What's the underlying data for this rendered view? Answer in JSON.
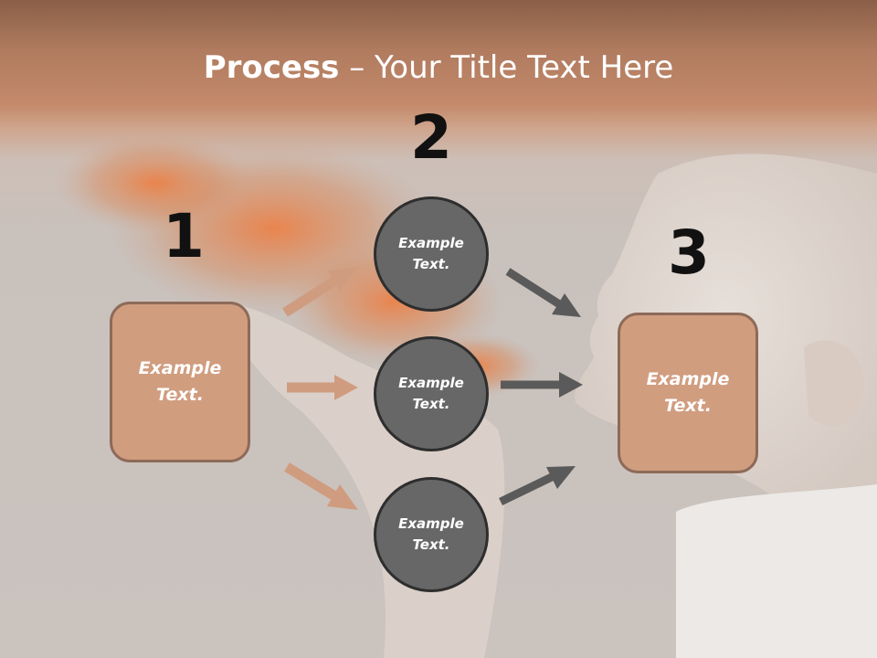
{
  "title": {
    "bold": "Process",
    "rest": " – Your Title Text Here"
  },
  "steps": [
    {
      "number": "1",
      "label": "Example\nText."
    },
    {
      "number": "2"
    },
    {
      "number": "3",
      "label": "Example\nText."
    }
  ],
  "circles": [
    {
      "label": "Example\nText."
    },
    {
      "label": "Example\nText."
    },
    {
      "label": "Example\nText."
    }
  ],
  "colors": {
    "box_fill": "#d09d7f",
    "box_border": "#8d6a58",
    "circle_fill": "#676767",
    "circle_border": "#2e2e2e",
    "arrow_left": "#cf9c80",
    "arrow_right": "#5a5a5a"
  }
}
